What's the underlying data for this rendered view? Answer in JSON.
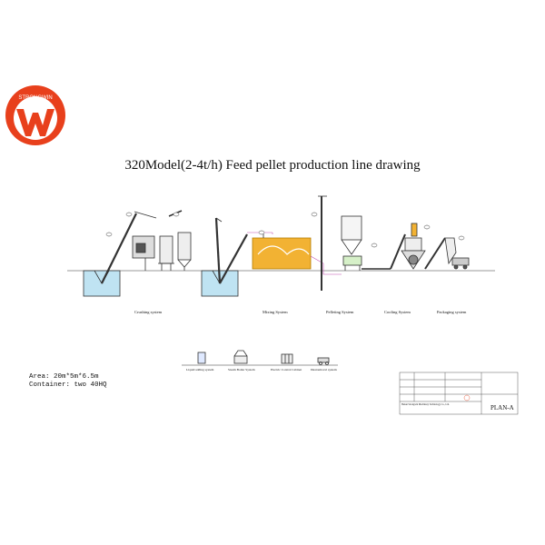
{
  "logo": {
    "brand_text": "STRONGWIN",
    "icon": "strongwin-w-logo",
    "color": "#e8401c"
  },
  "title": "320Model(2-4t/h) Feed pellet production line drawing",
  "sections": [
    {
      "key": "crushing",
      "label": "Crushing system"
    },
    {
      "key": "mixing",
      "label": "Mixing System"
    },
    {
      "key": "pelleting",
      "label": "Pelleting System"
    },
    {
      "key": "cooling",
      "label": "Cooling System"
    },
    {
      "key": "packaging",
      "label": "Packaging system"
    }
  ],
  "auxiliary": [
    {
      "key": "liquid",
      "label": "Liquid adding system"
    },
    {
      "key": "steam",
      "label": "Steam Boiler System"
    },
    {
      "key": "control",
      "label": "Electric Control Cabinet"
    },
    {
      "key": "dust",
      "label": "Dustremoval system"
    }
  ],
  "info": {
    "area": "Area:  20m*5m*6.5m",
    "container": "Container: two 40HQ"
  },
  "title_block": {
    "plan": "PLAN-A",
    "company": "Henan Strongwin Machinery Technology Co., Ltd."
  },
  "colors": {
    "brand": "#e8401c",
    "pit": "#bfe3f2",
    "mixer_fill": "#f2b233",
    "pipe": "#c04fb0",
    "line": "#333333"
  }
}
